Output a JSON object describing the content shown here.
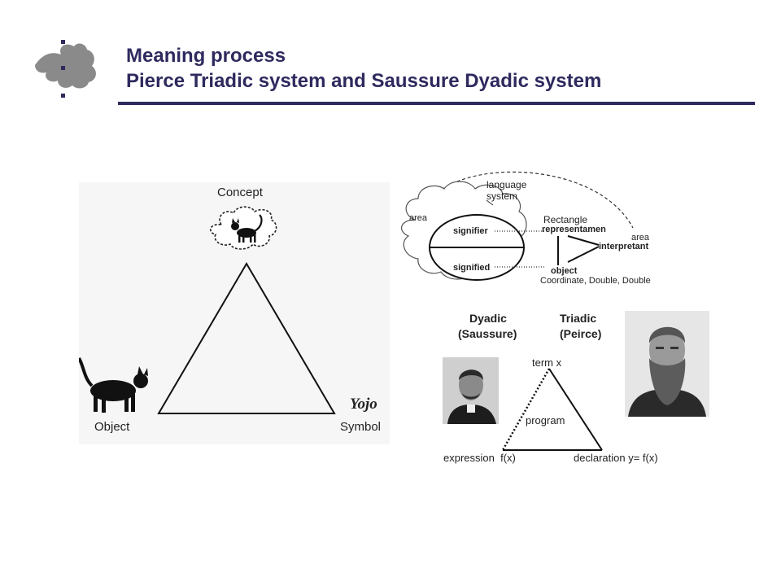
{
  "slide": {
    "title_line1": "Meaning process",
    "title_line2": "Pierce Triadic system and Saussure Dyadic system"
  },
  "left_triangle": {
    "concept": "Concept",
    "object": "Object",
    "symbol": "Symbol",
    "yojo": "Yojo"
  },
  "sign_diagram": {
    "language_system": [
      "language",
      "system"
    ],
    "area_left": "area",
    "area_right": "area",
    "signifier": "signifier",
    "signified": "signified",
    "rectangle": "Rectangle",
    "representamen": "representamen",
    "interpretant": "interpretant",
    "object": "object",
    "coordinate": "Coordinate, Double, Double",
    "dyadic": "Dyadic",
    "dyadic_sub": "(Saussure)",
    "triadic": "Triadic",
    "triadic_sub": "(Peirce)"
  },
  "program_triangle": {
    "term": "term x",
    "program": "program",
    "expression": "expression  f(x)",
    "declaration": "declaration y= f(x)"
  },
  "colors": {
    "title": "#2e2a5e",
    "rule": "#2e2a5e"
  }
}
